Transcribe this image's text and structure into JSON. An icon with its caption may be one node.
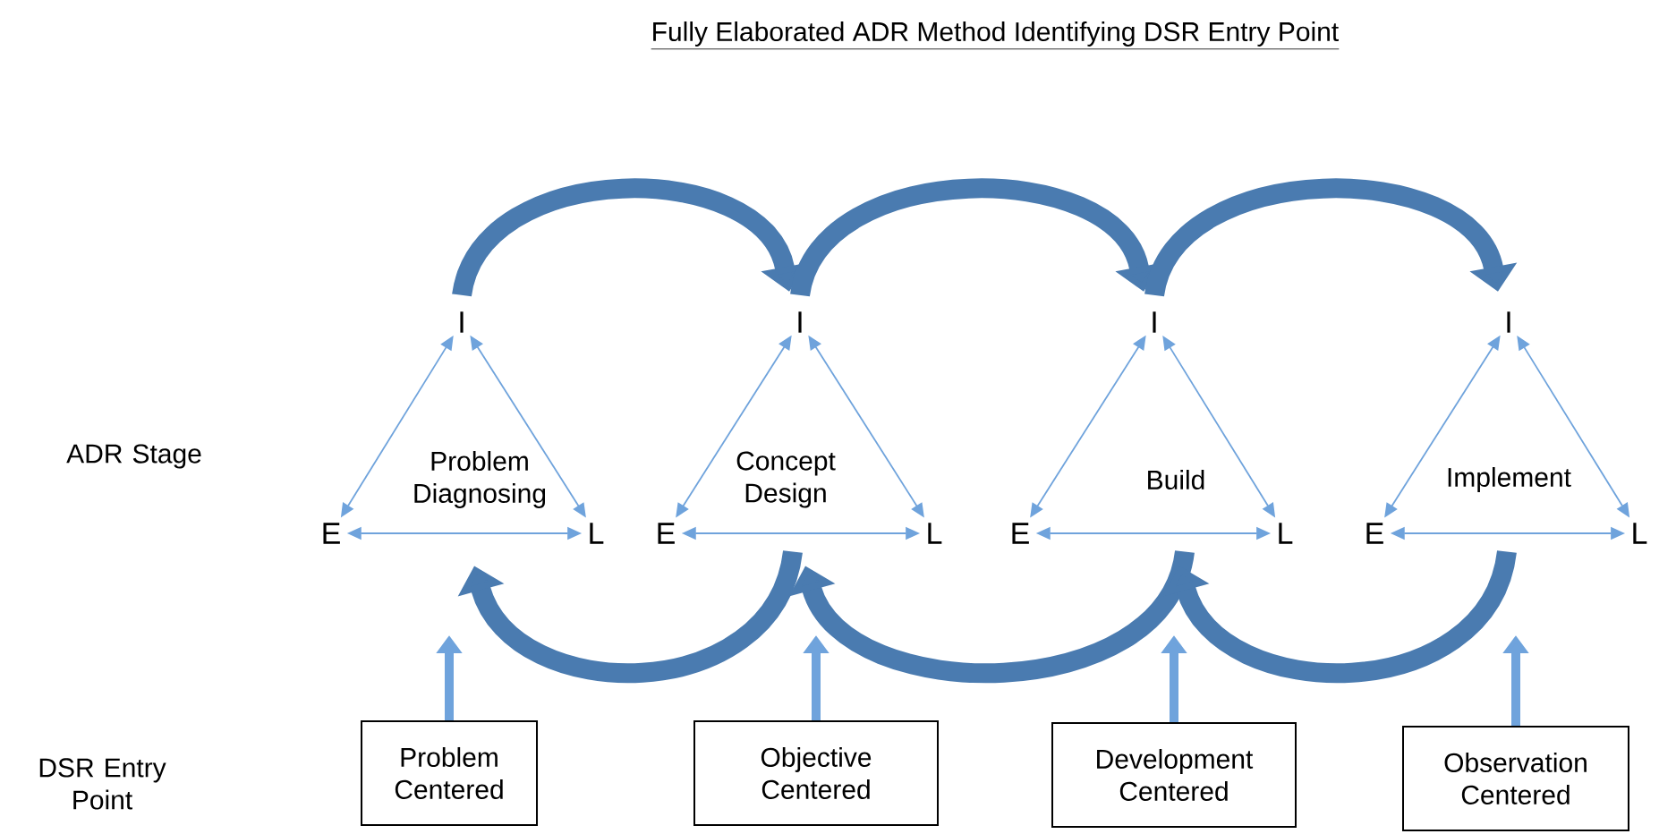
{
  "diagram": {
    "title": "Fully Elaborated ADR Method Identifying DSR Entry Point",
    "nodes": [
      {
        "text": [
          "I"
        ]
      },
      {
        "text": [
          "Problem Diagnosing"
        ]
      },
      {
        "text": [
          "E"
        ]
      },
      {
        "text": [
          "L"
        ]
      },
      {
        "text": [
          "I"
        ]
      },
      {
        "text": [
          "Concept Design"
        ]
      },
      {
        "text": [
          "E"
        ]
      },
      {
        "text": [
          "L"
        ]
      },
      {
        "text": [
          "I"
        ]
      },
      {
        "text": [
          "Build"
        ]
      },
      {
        "text": [
          "E"
        ]
      },
      {
        "text": [
          "L"
        ]
      },
      {
        "text": [
          "I"
        ]
      },
      {
        "text": [
          "Implement"
        ]
      },
      {
        "text": [
          "E"
        ]
      },
      {
        "text": [
          "L"
        ]
      },
      {
        "text": [
          "Problem Centered"
        ]
      },
      {
        "text": [
          "Objective Centered"
        ]
      },
      {
        "text": [
          "Development Centered"
        ]
      },
      {
        "text": [
          "Observation Centered"
        ]
      }
    ],
    "edges": [
      {
        "from": 0,
        "to": 2,
        "arrow": "both"
      },
      {
        "from": 0,
        "to": 3,
        "arrow": "both"
      },
      {
        "from": 2,
        "to": 3,
        "arrow": "both"
      },
      {
        "from": 4,
        "to": 6,
        "arrow": "both"
      },
      {
        "from": 4,
        "to": 7,
        "arrow": "both"
      },
      {
        "from": 6,
        "to": 7,
        "arrow": "both"
      },
      {
        "from": 8,
        "to": 10,
        "arrow": "both"
      },
      {
        "from": 8,
        "to": 11,
        "arrow": "both"
      },
      {
        "from": 10,
        "to": 11,
        "arrow": "both"
      },
      {
        "from": 12,
        "to": 14,
        "arrow": "both"
      },
      {
        "from": 12,
        "to": 15,
        "arrow": "both"
      },
      {
        "from": 14,
        "to": 15,
        "arrow": "both"
      },
      {
        "from": 0,
        "to": 4,
        "arrow": "to",
        "style": "thick",
        "color": "#4a7bb0"
      },
      {
        "from": 4,
        "to": 8,
        "arrow": "to",
        "style": "thick",
        "color": "#4a7bb0"
      },
      {
        "from": 8,
        "to": 12,
        "arrow": "to",
        "style": "thick",
        "color": "#4a7bb0"
      },
      {
        "from": 5,
        "to": 1,
        "arrow": "to",
        "style": "thick",
        "color": "#4a7bb0"
      },
      {
        "from": 9,
        "to": 5,
        "arrow": "to",
        "style": "thick",
        "color": "#4a7bb0"
      },
      {
        "from": 13,
        "to": 9,
        "arrow": "to",
        "style": "thick",
        "color": "#4a7bb0"
      },
      {
        "from": 16,
        "to": null,
        "arrow": "to",
        "style": "thick"
      },
      {
        "from": 17,
        "to": null,
        "arrow": "to",
        "style": "thick"
      },
      {
        "from": 18,
        "to": null,
        "arrow": "to",
        "style": "thick"
      },
      {
        "from": 19,
        "to": null,
        "arrow": "to",
        "style": "thick"
      }
    ],
    "labels": [
      "ADR Stage",
      "DSR Entry Point"
    ]
  }
}
